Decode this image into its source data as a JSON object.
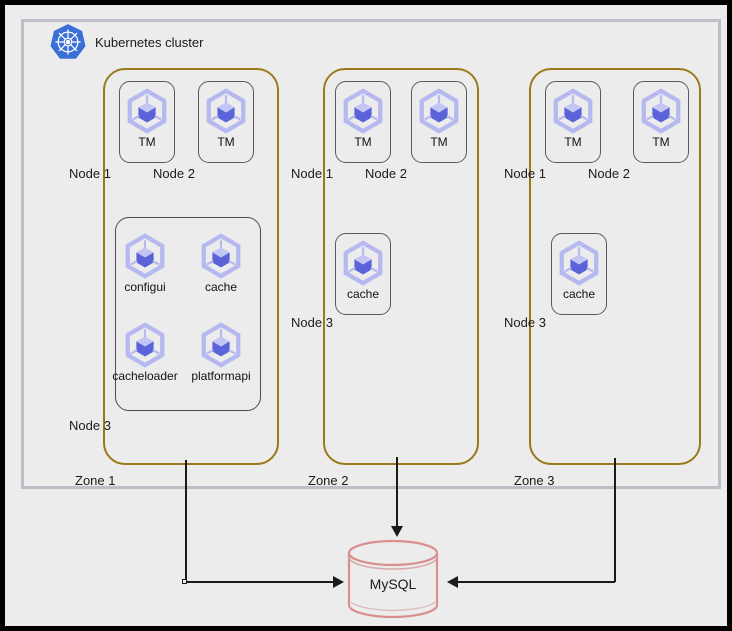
{
  "cluster": {
    "title": "Kubernetes cluster",
    "logo_icon": "kubernetes-helm-wheel-icon",
    "border_color": "#bcc0c6",
    "background_color": "#ececec"
  },
  "palette": {
    "zone_border": "#9a7a18",
    "pod_border": "#5b5b5b",
    "pod_icon_hex": "#b6b9f0",
    "pod_icon_cube_light": "#c3c6f5",
    "pod_icon_cube_dark": "#5b63d8",
    "database_stroke": "#d98f8f",
    "connector": "#1b1b1b",
    "page_border": "#000000"
  },
  "zones": [
    {
      "label": "Zone 1",
      "node_labels": [
        "Node 1",
        "Node 2",
        "Node 3"
      ],
      "pods": [
        {
          "label": "TM",
          "icon": "kubernetes-pod-icon"
        },
        {
          "label": "TM",
          "icon": "kubernetes-pod-icon"
        }
      ],
      "grouped_pods": [
        {
          "label": "configui",
          "icon": "kubernetes-pod-icon"
        },
        {
          "label": "cache",
          "icon": "kubernetes-pod-icon"
        },
        {
          "label": "cacheloader",
          "icon": "kubernetes-pod-icon"
        },
        {
          "label": "platformapi",
          "icon": "kubernetes-pod-icon"
        }
      ]
    },
    {
      "label": "Zone 2",
      "node_labels": [
        "Node 1",
        "Node 2",
        "Node 3"
      ],
      "pods": [
        {
          "label": "TM",
          "icon": "kubernetes-pod-icon"
        },
        {
          "label": "TM",
          "icon": "kubernetes-pod-icon"
        },
        {
          "label": "cache",
          "icon": "kubernetes-pod-icon"
        }
      ]
    },
    {
      "label": "Zone 3",
      "node_labels": [
        "Node 1",
        "Node 2",
        "Node 3"
      ],
      "pods": [
        {
          "label": "TM",
          "icon": "kubernetes-pod-icon"
        },
        {
          "label": "TM",
          "icon": "kubernetes-pod-icon"
        },
        {
          "label": "cache",
          "icon": "kubernetes-pod-icon"
        }
      ]
    }
  ],
  "database": {
    "label": "MySQL",
    "icon": "database-cylinder-icon"
  },
  "connections": [
    {
      "from": "Zone 1",
      "to": "MySQL",
      "style": "elbow-down-right"
    },
    {
      "from": "Zone 2",
      "to": "MySQL",
      "style": "straight-down"
    },
    {
      "from": "Zone 3",
      "to": "MySQL",
      "style": "elbow-down-left"
    }
  ]
}
